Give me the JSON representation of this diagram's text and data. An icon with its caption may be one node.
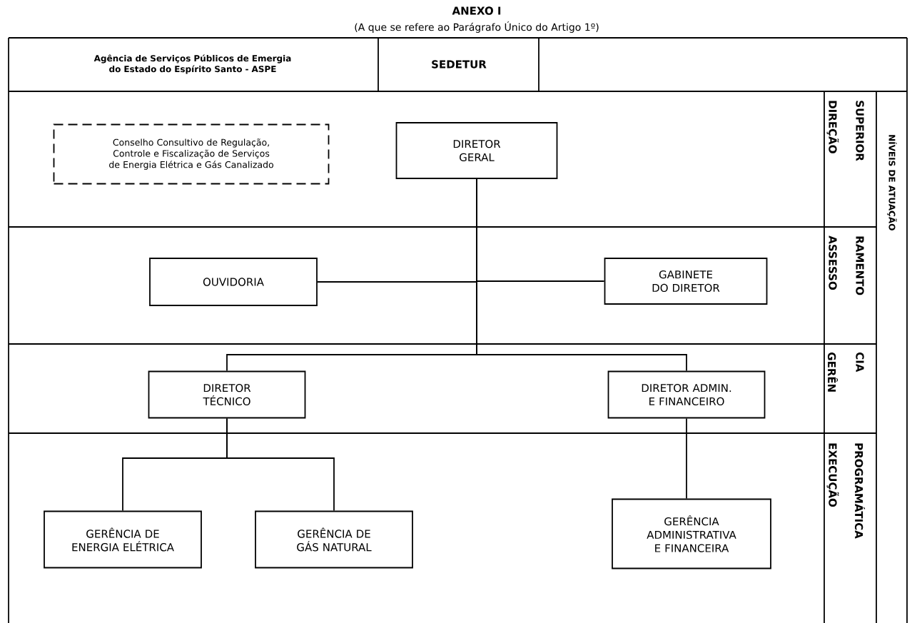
{
  "diagram": {
    "title": "ANEXO I",
    "nodes": [
      {
        "text": [
          "Conselho Consultivo de Regulação, Controle e Fiscalização de Serviços de Energia Elétrica e Gás Canalizado"
        ]
      },
      {
        "text": [
          "DIRETOR GERAL"
        ]
      },
      {
        "text": [
          "OUVIDORIA"
        ]
      },
      {
        "text": [
          "GABINETE DO DIRETOR"
        ]
      },
      {
        "text": [
          "DIRETOR TÉCNICO"
        ]
      },
      {
        "text": [
          "DIRETOR ADMIN. E FINANCEIRO"
        ]
      },
      {
        "text": [
          "GERÊNCIA DE ENERGIA ELÉTRICA"
        ]
      },
      {
        "text": [
          "GERÊNCIA DE GÁS NATURAL"
        ]
      },
      {
        "text": [
          "GERÊNCIA ADMINISTRATIVA E FINANCEIRA"
        ]
      }
    ],
    "edges": [
      {
        "from": 1,
        "to": 2,
        "arrow": "none"
      },
      {
        "from": 1,
        "to": 3,
        "arrow": "none"
      },
      {
        "from": 1,
        "to": 4,
        "arrow": "none"
      },
      {
        "from": 1,
        "to": 5,
        "arrow": "none"
      },
      {
        "from": 4,
        "to": 6,
        "arrow": "none"
      },
      {
        "from": 4,
        "to": 7,
        "arrow": "none"
      },
      {
        "from": 5,
        "to": 8,
        "arrow": "none"
      }
    ],
    "labels": [
      "(A que se refere ao Parágrafo Único do Artigo 1º)",
      "Agência de Serviços Públicos de Emergia do Estado do Espírito Santo - ASPE",
      "SEDETUR",
      "DIREÇÃO",
      "SUPERIOR",
      "ASSESSO",
      "RAMENTO",
      "GERÊN",
      "CIA",
      "EXECUÇÃO",
      "PROGRAMÁTICA",
      "NÍVEIS DE ATUAÇÃO"
    ]
  }
}
